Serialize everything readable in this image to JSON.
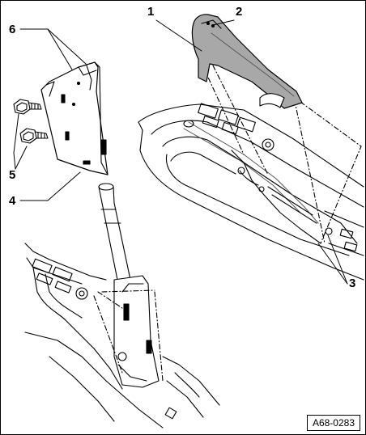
{
  "callouts": {
    "c1": "1",
    "c2": "2",
    "c3": "3",
    "c4": "4",
    "c5": "5",
    "c6": "6"
  },
  "figure_ref": "A68-0283",
  "colors": {
    "line": "#000000",
    "grip": "#a8a8a8",
    "ghost": "#bdbdbd"
  }
}
